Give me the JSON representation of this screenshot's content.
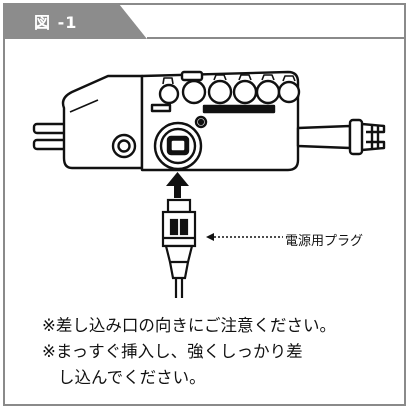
{
  "figure": {
    "tab_label": "図 -1",
    "callout_label": "電源用プラグ",
    "notes": [
      "※差し込み口の向きにご注意ください。",
      "※まっすぐ挿入し、強くしっかり差",
      "し込んでください。"
    ]
  },
  "colors": {
    "tab_background": "#8c8c8c",
    "frame_border": "#8a8a8a",
    "line_art": "#111111"
  },
  "icons": [
    "device-illustration",
    "power-plug-illustration",
    "insert-arrow-icon",
    "callout-arrow-icon"
  ]
}
